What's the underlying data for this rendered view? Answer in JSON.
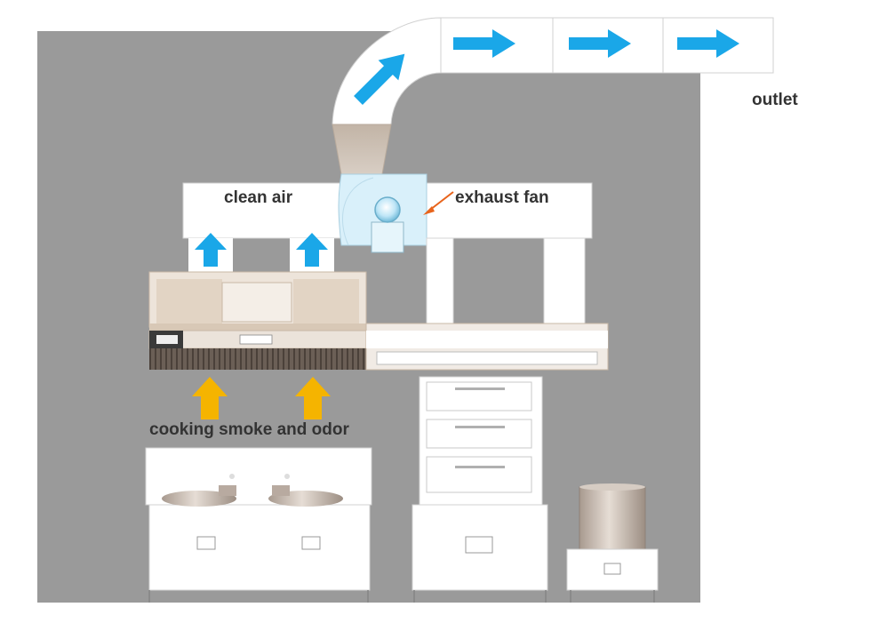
{
  "labels": {
    "outlet": "outlet",
    "clean_air": "clean air",
    "exhaust_fan": "exhaust fan",
    "cooking_smoke": "cooking smoke and odor"
  },
  "colors": {
    "wall": "#9a9a9a",
    "duct": "#ffffff",
    "duct_outline": "#d0d0d0",
    "flow_arrow": "#1aa7e8",
    "smoke_arrow": "#f5b400",
    "pointer_arrow": "#e8641c",
    "fan_housing": "#d9f0fa",
    "transition_cone": "#c9bcb0",
    "hood_body": "#ede4da",
    "hood_panel": "#e2d4c4",
    "hood_band": "#3a3a3a",
    "filter_grille": "#6a5e55",
    "appliance": "#ffffff",
    "steel": "#b8aaa0",
    "label_text": "#333333"
  },
  "icons": [
    "blue-flow-arrow",
    "yellow-smoke-arrow",
    "orange-pointer-arrow",
    "fan-icon"
  ]
}
